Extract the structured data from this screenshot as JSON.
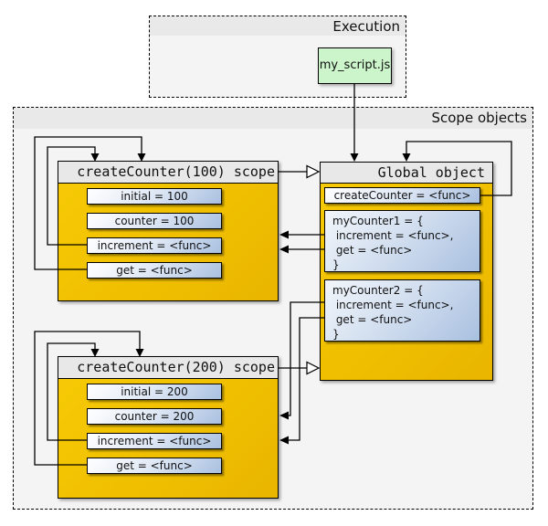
{
  "execution": {
    "title": "Execution",
    "script_node_label": "my_script.js"
  },
  "scope_objects": {
    "title": "Scope objects",
    "scope100": {
      "title": "createCounter(100) scope",
      "rows": [
        "initial = 100",
        "counter = 100",
        "increment = <func>",
        "get = <func>"
      ]
    },
    "scope200": {
      "title": "createCounter(200) scope",
      "rows": [
        "initial = 200",
        "counter = 200",
        "increment = <func>",
        "get = <func>"
      ]
    },
    "global": {
      "title": "Global object",
      "createCounter_row": "createCounter = <func>",
      "myCounter1_lines": [
        "myCounter1 = {",
        " increment = <func>,",
        " get = <func>",
        "}"
      ],
      "myCounter2_lines": [
        "myCounter2 = {",
        " increment = <func>,",
        " get = <func>",
        "}"
      ]
    }
  },
  "colors": {
    "scope_body_gold": "#f0c000",
    "header_gray": "#e8e8e8",
    "group_fill": "#f4f4f4",
    "group_band": "#e9e9e9",
    "variable_row_blue": "#a9c0e0",
    "script_green": "#ccf5cb",
    "line_black": "#000000"
  }
}
